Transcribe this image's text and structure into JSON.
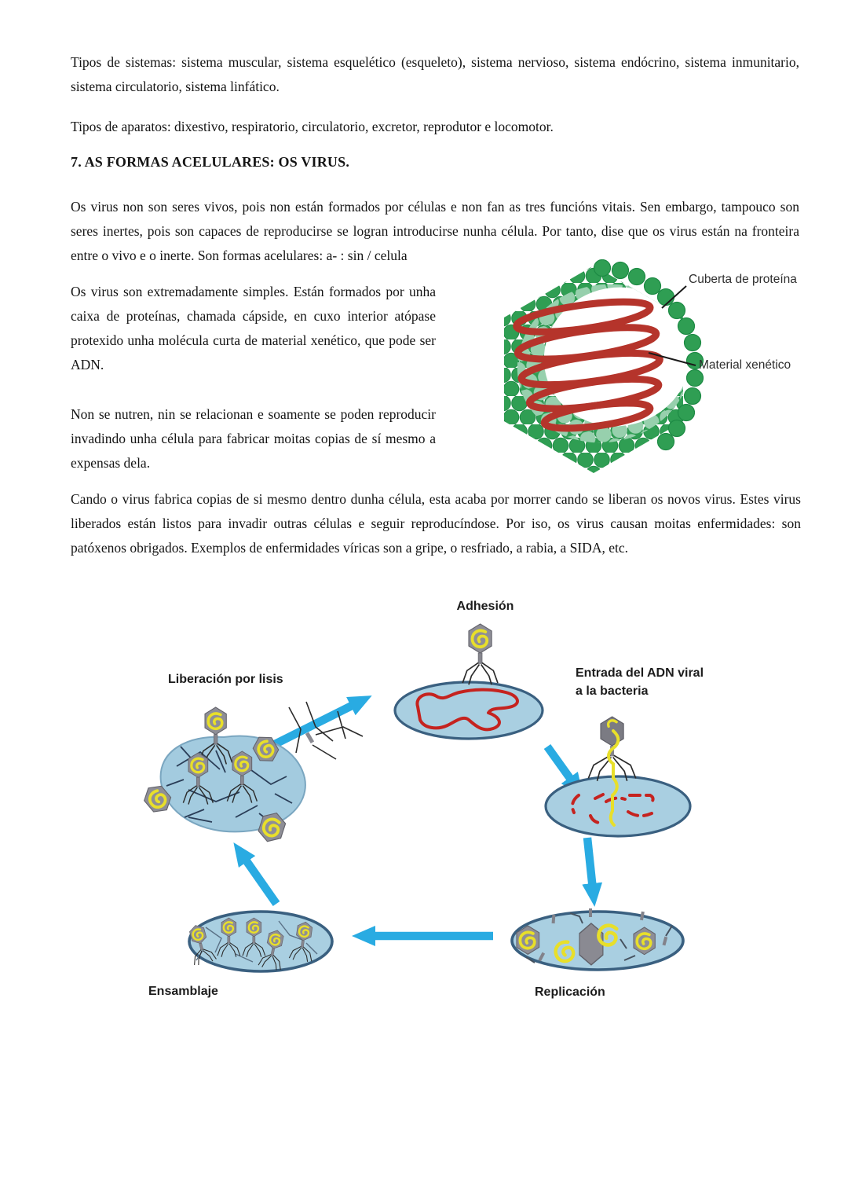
{
  "document": {
    "para_sistemas": "Tipos de sistemas: sistema muscular, sistema esquelético (esqueleto), sistema nervioso, sistema endócrino, sistema inmunitario, sistema circulatorio, sistema linfático.",
    "para_aparatos": "Tipos de aparatos: dixestivo, respiratorio, circulatorio, excretor, reprodutor e locomotor.",
    "heading_virus": "7. AS FORMAS ACELULARES: OS VIRUS.",
    "para_intro": "Os virus non son seres vivos, pois non están formados por células e non fan as tres funcións vitais. Sen embargo, tampouco son seres inertes, pois son capaces de reproducirse se logran introducirse nunha célula. Por tanto, dise que os virus están na fronteira entre o vivo e o inerte. Son formas acelulares: a- : sin / celula",
    "para_simple": "Os virus son extremadamente simples. Están formados por unha caixa de proteínas, chamada cápside, en cuxo interior atópase protexido unha molécula curta de material xenético, que pode ser ADN.",
    "para_nutren": "Non se nutren, nin se relacionan e soamente se poden reproducir invadindo unha célula para fabricar moitas copias de sí mesmo a expensas dela.",
    "para_enfermidades": "Cando o virus fabrica copias de si mesmo dentro dunha célula, esta acaba por morrer cando se liberan os novos virus. Estes virus liberados están listos para invadir outras células e seguir reproducíndose. Por iso, os virus causan moitas enfermidades: son patóxenos obrigados. Exemplos de enfermidades víricas son a gripe, o resfriado, a rabia, a SIDA, etc."
  },
  "virus_figure": {
    "label_capsid": "Cuberta de proteína",
    "label_genetic_material": "Material xenético",
    "colors": {
      "capsid_green": "#2f9e53",
      "capsid_light_green": "#97d0ad",
      "coil_red": "#b5342b"
    }
  },
  "lytic_cycle_figure": {
    "label_adhesion": "Adhesión",
    "label_entry_line1": "Entrada del ADN viral",
    "label_entry_line2": "a la bacteria",
    "label_release": "Liberación por lisis",
    "label_assembly": "Ensamblaje",
    "label_replication": "Replicación",
    "colors": {
      "cell_fill": "#a9cfe1",
      "cell_stroke": "#3a6080",
      "arrow_blue": "#29abe2",
      "phage_head_gray": "#8e8e96",
      "dna_yellow": "#e8df2a",
      "dna_red": "#c5231f"
    }
  }
}
